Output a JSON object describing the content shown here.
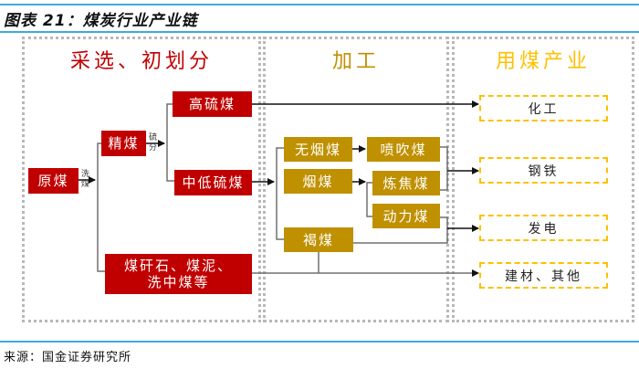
{
  "figure": {
    "title": "图表 21：煤炭行业产业链",
    "source": "来源：国金证券研究所"
  },
  "colors": {
    "header_line": "#3fa9e0",
    "mining_stage": "#c00000",
    "processing_stage": "#bf9000",
    "usage_border": "#ffc000",
    "usage_title": "#ffc000",
    "processing_title": "#bf9000"
  },
  "panels": {
    "mining": {
      "title": "采选、初划分"
    },
    "processing": {
      "title": "加工"
    },
    "usage": {
      "title": "用煤产业"
    }
  },
  "mining_nodes": {
    "raw_coal": "原煤",
    "clean_coal": "精煤",
    "high_sulfur": "高硫煤",
    "low_sulfur": "中低硫煤",
    "byproducts_line1": "煤矸石、煤泥、",
    "byproducts_line2": "洗中煤等"
  },
  "edge_labels": {
    "washing": "洗煤",
    "sulfur": "硫分"
  },
  "processing_nodes": {
    "anthracite": "无烟煤",
    "bituminous": "烟煤",
    "lignite": "褐煤",
    "pci_coal": "喷吹煤",
    "coking_coal": "炼焦煤",
    "thermal_coal": "动力煤"
  },
  "usage_nodes": {
    "chemical": "化工",
    "steel": "钢铁",
    "power": "发电",
    "building_other": "建材、其他"
  }
}
